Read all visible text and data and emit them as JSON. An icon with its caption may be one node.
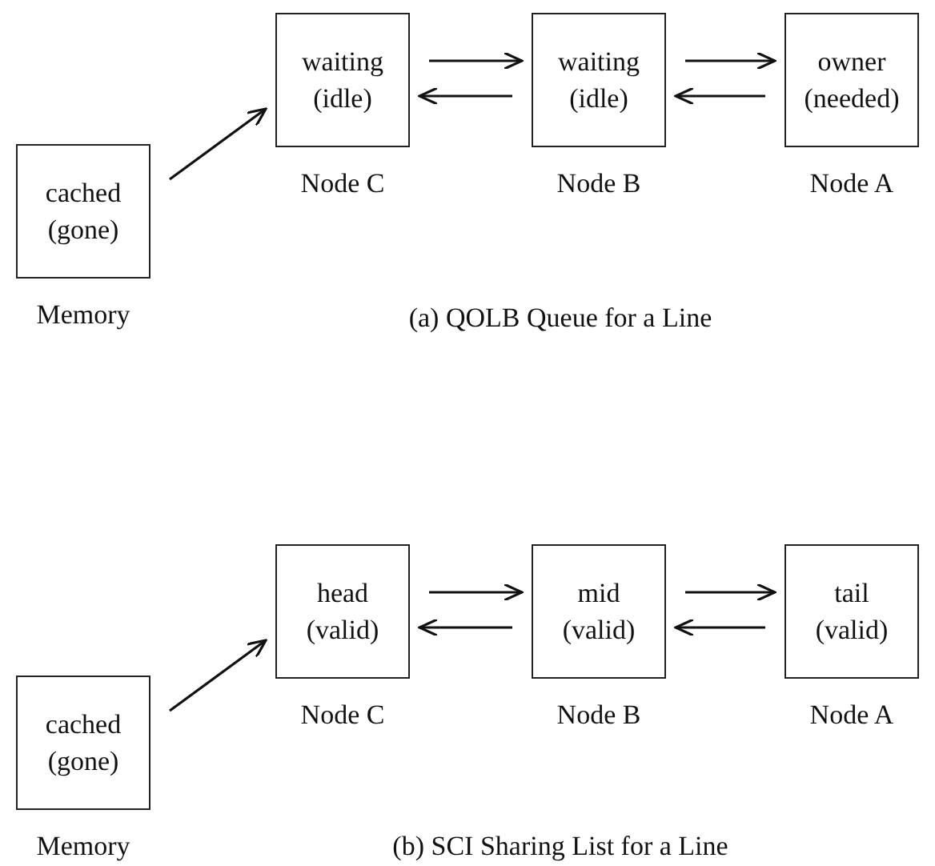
{
  "diagram": {
    "nodes": [
      {
        "text": [
          "cached",
          "(gone)"
        ],
        "beside": [
          "Memory"
        ]
      },
      {
        "text": [
          "waiting",
          "(idle)"
        ],
        "beside": [
          "Node C"
        ]
      },
      {
        "text": [
          "waiting",
          "(idle)"
        ],
        "beside": [
          "Node B"
        ]
      },
      {
        "text": [
          "owner",
          "(needed)"
        ],
        "beside": [
          "Node A"
        ]
      },
      {
        "text": [
          "cached",
          "(gone)"
        ],
        "beside": [
          "Memory"
        ]
      },
      {
        "text": [
          "head",
          "(valid)"
        ],
        "beside": [
          "Node C"
        ]
      },
      {
        "text": [
          "mid",
          "(valid)"
        ],
        "beside": [
          "Node B"
        ]
      },
      {
        "text": [
          "tail",
          "(valid)"
        ],
        "beside": [
          "Node A"
        ]
      }
    ],
    "edges": [
      {
        "from": 0,
        "to": 1,
        "arrow": "to"
      },
      {
        "from": 1,
        "to": 2,
        "arrow": "to"
      },
      {
        "from": 2,
        "to": 1,
        "arrow": "to"
      },
      {
        "from": 2,
        "to": 3,
        "arrow": "to"
      },
      {
        "from": 3,
        "to": 2,
        "arrow": "to"
      },
      {
        "from": 4,
        "to": 5,
        "arrow": "to"
      },
      {
        "from": 5,
        "to": 6,
        "arrow": "to"
      },
      {
        "from": 6,
        "to": 5,
        "arrow": "to"
      },
      {
        "from": 6,
        "to": 7,
        "arrow": "to"
      },
      {
        "from": 7,
        "to": 6,
        "arrow": "to"
      }
    ],
    "labels": [
      "(a) QOLB Queue for a Line",
      "(b) SCI Sharing List for a Line"
    ]
  }
}
